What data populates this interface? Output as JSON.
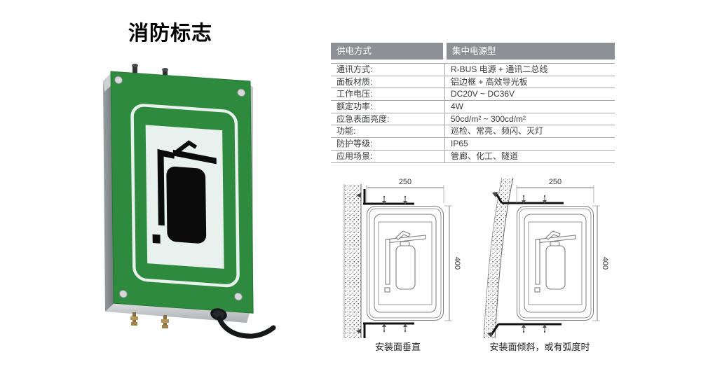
{
  "title": "消防标志",
  "product": {
    "description": "green illuminated fire-extinguisher sign panel",
    "colors": {
      "sign_green": "#2e8b3e",
      "panel_light": "#e8f1ee",
      "frame_silver": "#b7bdc0",
      "pictogram_black": "#0b0b0b",
      "cable_black": "#151719"
    }
  },
  "spec_table": {
    "header": {
      "col1": "供电方式",
      "col2": "集中电源型"
    },
    "header_bg": "#8d9196",
    "rows": [
      {
        "label": "通讯方式:",
        "value": "R-BUS 电源 + 通讯二总线"
      },
      {
        "label": "面板材质:",
        "value": "铝边框 + 高效导光板"
      },
      {
        "label": "工作电压:",
        "value": "DC20V ~ DC36V"
      },
      {
        "label": "额定功率:",
        "value": "4W"
      },
      {
        "label": "应急表面亮度:",
        "value": "50cd/m² ~ 300cd/m²"
      },
      {
        "label": "功能:",
        "value": "巡检、常亮、频闪、灭灯"
      },
      {
        "label": "防护等级:",
        "value": "IP65"
      },
      {
        "label": "应用场景:",
        "value": "管廊、化工、隧道"
      }
    ]
  },
  "diagrams": {
    "left": {
      "width_label": "250",
      "height_label": "400",
      "caption": "安装面垂直"
    },
    "right": {
      "width_label": "250",
      "height_label": "400",
      "caption": "安装面倾斜，或有弧度时"
    }
  }
}
